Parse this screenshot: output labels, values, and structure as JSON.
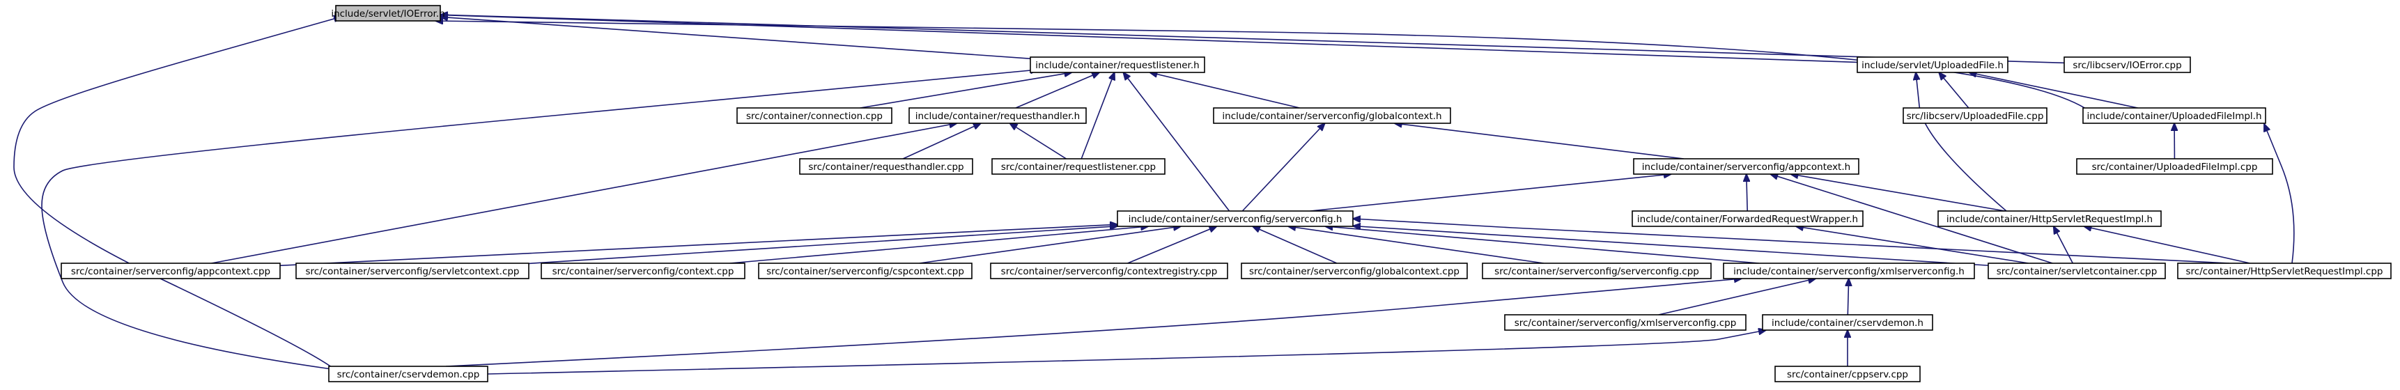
{
  "graph": {
    "nodes": [
      {
        "id": "ioerror_h",
        "label": "include/servlet/IOError.h",
        "root": true
      },
      {
        "id": "requestlistener_h",
        "label": "include/container/requestlistener.h"
      },
      {
        "id": "uploadedfile_h",
        "label": "include/servlet/UploadedFile.h"
      },
      {
        "id": "libcserv_ioerror_cpp",
        "label": "src/libcserv/IOError.cpp"
      },
      {
        "id": "connection_cpp",
        "label": "src/container/connection.cpp"
      },
      {
        "id": "requesthandler_h",
        "label": "include/container/requesthandler.h"
      },
      {
        "id": "sc_globalcontext_h",
        "label": "include/container/serverconfig/globalcontext.h"
      },
      {
        "id": "libcserv_uploadedfile_cpp",
        "label": "src/libcserv/UploadedFile.cpp"
      },
      {
        "id": "uploadedfileimpl_h",
        "label": "include/container/UploadedFileImpl.h"
      },
      {
        "id": "requesthandler_cpp",
        "label": "src/container/requesthandler.cpp"
      },
      {
        "id": "requestlistener_cpp",
        "label": "src/container/requestlistener.cpp"
      },
      {
        "id": "sc_appcontext_h",
        "label": "include/container/serverconfig/appcontext.h"
      },
      {
        "id": "uploadedfileimpl_cpp",
        "label": "src/container/UploadedFileImpl.cpp"
      },
      {
        "id": "sc_serverconfig_h",
        "label": "include/container/serverconfig/serverconfig.h"
      },
      {
        "id": "forwardedrequestwrapper_h",
        "label": "include/container/ForwardedRequestWrapper.h"
      },
      {
        "id": "httpservletrequestimpl_h",
        "label": "include/container/HttpServletRequestImpl.h"
      },
      {
        "id": "sc_appcontext_cpp",
        "label": "src/container/serverconfig/appcontext.cpp"
      },
      {
        "id": "sc_servletcontext_cpp",
        "label": "src/container/serverconfig/servletcontext.cpp"
      },
      {
        "id": "sc_context_cpp",
        "label": "src/container/serverconfig/context.cpp"
      },
      {
        "id": "sc_cspcontext_cpp",
        "label": "src/container/serverconfig/cspcontext.cpp"
      },
      {
        "id": "sc_contextregistry_cpp",
        "label": "src/container/serverconfig/contextregistry.cpp"
      },
      {
        "id": "sc_globalcontext_cpp",
        "label": "src/container/serverconfig/globalcontext.cpp"
      },
      {
        "id": "sc_serverconfig_cpp",
        "label": "src/container/serverconfig/serverconfig.cpp"
      },
      {
        "id": "sc_xmlserverconfig_h",
        "label": "include/container/serverconfig/xmlserverconfig.h"
      },
      {
        "id": "servletcontainer_cpp",
        "label": "src/container/servletcontainer.cpp"
      },
      {
        "id": "httpservletrequestimpl_cpp",
        "label": "src/container/HttpServletRequestImpl.cpp"
      },
      {
        "id": "sc_xmlserverconfig_cpp",
        "label": "src/container/serverconfig/xmlserverconfig.cpp"
      },
      {
        "id": "cservdemon_h",
        "label": "include/container/cservdemon.h"
      },
      {
        "id": "cservdemon_cpp",
        "label": "src/container/cservdemon.cpp"
      },
      {
        "id": "cppserv_cpp",
        "label": "src/container/cppserv.cpp"
      }
    ],
    "edges": [
      [
        "requestlistener_h",
        "ioerror_h"
      ],
      [
        "uploadedfile_h",
        "ioerror_h"
      ],
      [
        "libcserv_ioerror_cpp",
        "ioerror_h"
      ],
      [
        "uploadedfileimpl_h",
        "ioerror_h"
      ],
      [
        "cservdemon_cpp",
        "ioerror_h"
      ],
      [
        "connection_cpp",
        "requestlistener_h"
      ],
      [
        "requesthandler_h",
        "requestlistener_h"
      ],
      [
        "requestlistener_cpp",
        "requestlistener_h"
      ],
      [
        "sc_globalcontext_h",
        "requestlistener_h"
      ],
      [
        "sc_serverconfig_h",
        "requestlistener_h"
      ],
      [
        "cservdemon_cpp",
        "requestlistener_h"
      ],
      [
        "sc_appcontext_cpp",
        "requesthandler_h"
      ],
      [
        "requesthandler_cpp",
        "requesthandler_h"
      ],
      [
        "requestlistener_cpp",
        "requesthandler_h"
      ],
      [
        "sc_serverconfig_h",
        "sc_globalcontext_h"
      ],
      [
        "sc_appcontext_h",
        "sc_globalcontext_h"
      ],
      [
        "libcserv_uploadedfile_cpp",
        "uploadedfile_h"
      ],
      [
        "uploadedfileimpl_h",
        "uploadedfile_h"
      ],
      [
        "httpservletrequestimpl_h",
        "uploadedfile_h"
      ],
      [
        "uploadedfileimpl_cpp",
        "uploadedfileimpl_h"
      ],
      [
        "httpservletrequestimpl_cpp",
        "uploadedfileimpl_h"
      ],
      [
        "sc_serverconfig_h",
        "sc_appcontext_h"
      ],
      [
        "forwardedrequestwrapper_h",
        "sc_appcontext_h"
      ],
      [
        "httpservletrequestimpl_h",
        "sc_appcontext_h"
      ],
      [
        "servletcontainer_cpp",
        "sc_appcontext_h"
      ],
      [
        "sc_appcontext_cpp",
        "sc_serverconfig_h"
      ],
      [
        "sc_servletcontext_cpp",
        "sc_serverconfig_h"
      ],
      [
        "sc_context_cpp",
        "sc_serverconfig_h"
      ],
      [
        "sc_cspcontext_cpp",
        "sc_serverconfig_h"
      ],
      [
        "sc_contextregistry_cpp",
        "sc_serverconfig_h"
      ],
      [
        "sc_globalcontext_cpp",
        "sc_serverconfig_h"
      ],
      [
        "sc_serverconfig_cpp",
        "sc_serverconfig_h"
      ],
      [
        "sc_xmlserverconfig_h",
        "sc_serverconfig_h"
      ],
      [
        "servletcontainer_cpp",
        "sc_serverconfig_h"
      ],
      [
        "httpservletrequestimpl_cpp",
        "sc_serverconfig_h"
      ],
      [
        "servletcontainer_cpp",
        "forwardedrequestwrapper_h"
      ],
      [
        "servletcontainer_cpp",
        "httpservletrequestimpl_h"
      ],
      [
        "httpservletrequestimpl_cpp",
        "httpservletrequestimpl_h"
      ],
      [
        "sc_xmlserverconfig_cpp",
        "sc_xmlserverconfig_h"
      ],
      [
        "cservdemon_h",
        "sc_xmlserverconfig_h"
      ],
      [
        "cservdemon_cpp",
        "sc_xmlserverconfig_h"
      ],
      [
        "cservdemon_cpp",
        "cservdemon_h"
      ],
      [
        "cppserv_cpp",
        "cservdemon_h"
      ]
    ]
  }
}
